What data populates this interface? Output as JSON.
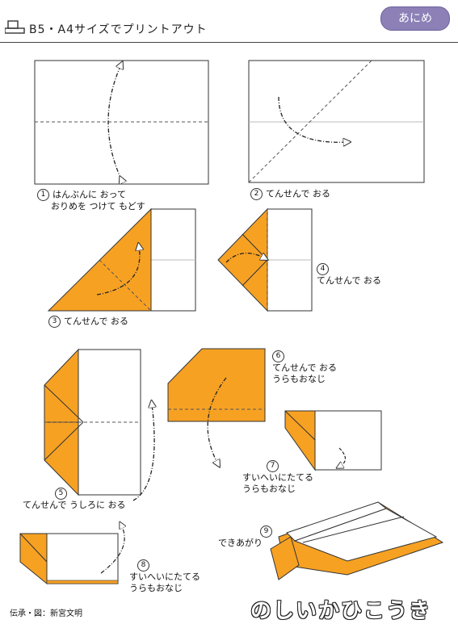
{
  "header": {
    "print_note": "B5・A4サイズでプリントアウト",
    "badge": "あにめ"
  },
  "steps": [
    {
      "num": "1",
      "text": "はんぶんに おって",
      "text2": "おりめを つけて もどす"
    },
    {
      "num": "2",
      "text": "てんせんで おる"
    },
    {
      "num": "3",
      "text": "てんせんで おる"
    },
    {
      "num": "4",
      "text": "てんせんで おる"
    },
    {
      "num": "5",
      "text": "てんせんで うしろに おる"
    },
    {
      "num": "6",
      "text": "てんせんで おる",
      "text2": "うらもおなじ"
    },
    {
      "num": "7",
      "text": "すいへいにたてる",
      "text2": "うらもおなじ"
    },
    {
      "num": "8",
      "text": "すいへいにたてる",
      "text2": "うらもおなじ"
    },
    {
      "num": "9",
      "text": "できあがり"
    }
  ],
  "credit": "伝承・図：新宮文明",
  "title": "のしいかひこうき",
  "colors": {
    "paper": "#f7a123",
    "badge": "#8c80b7"
  }
}
